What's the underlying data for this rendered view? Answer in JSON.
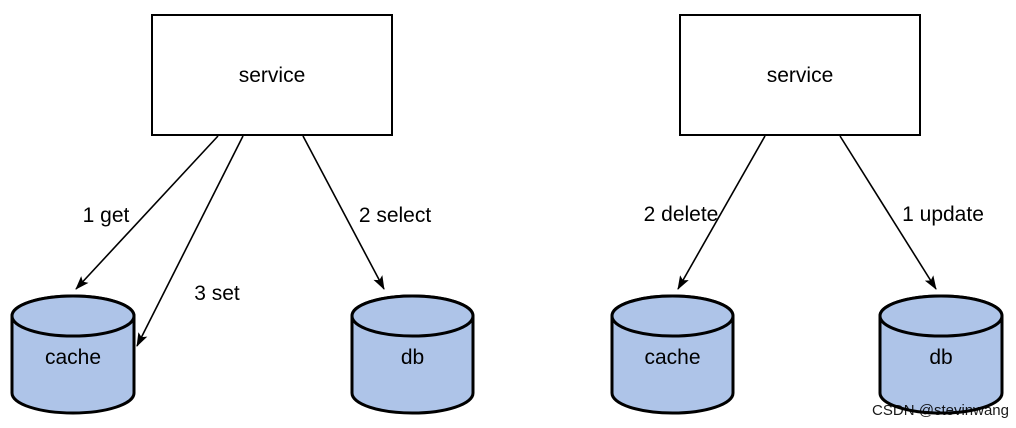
{
  "diagram": {
    "colors": {
      "background": "#ffffff",
      "stroke": "#000000",
      "cylinder_fill": "#aec4e8",
      "watermark": "#c9c9c9"
    },
    "watermark": "CSDN @stevinwang",
    "panels": [
      {
        "id": "read-path",
        "service_label": "service",
        "nodes": [
          {
            "label": "cache"
          },
          {
            "label": "db"
          }
        ],
        "edges": [
          {
            "label": "1 get",
            "from": "service",
            "to": "cache"
          },
          {
            "label": "3 set",
            "from": "service",
            "to": "cache"
          },
          {
            "label": "2 select",
            "from": "service",
            "to": "db"
          }
        ]
      },
      {
        "id": "write-path",
        "service_label": "service",
        "nodes": [
          {
            "label": "cache"
          },
          {
            "label": "db"
          }
        ],
        "edges": [
          {
            "label": "2 delete",
            "from": "service",
            "to": "cache"
          },
          {
            "label": "1 update",
            "from": "service",
            "to": "db"
          }
        ]
      }
    ]
  }
}
